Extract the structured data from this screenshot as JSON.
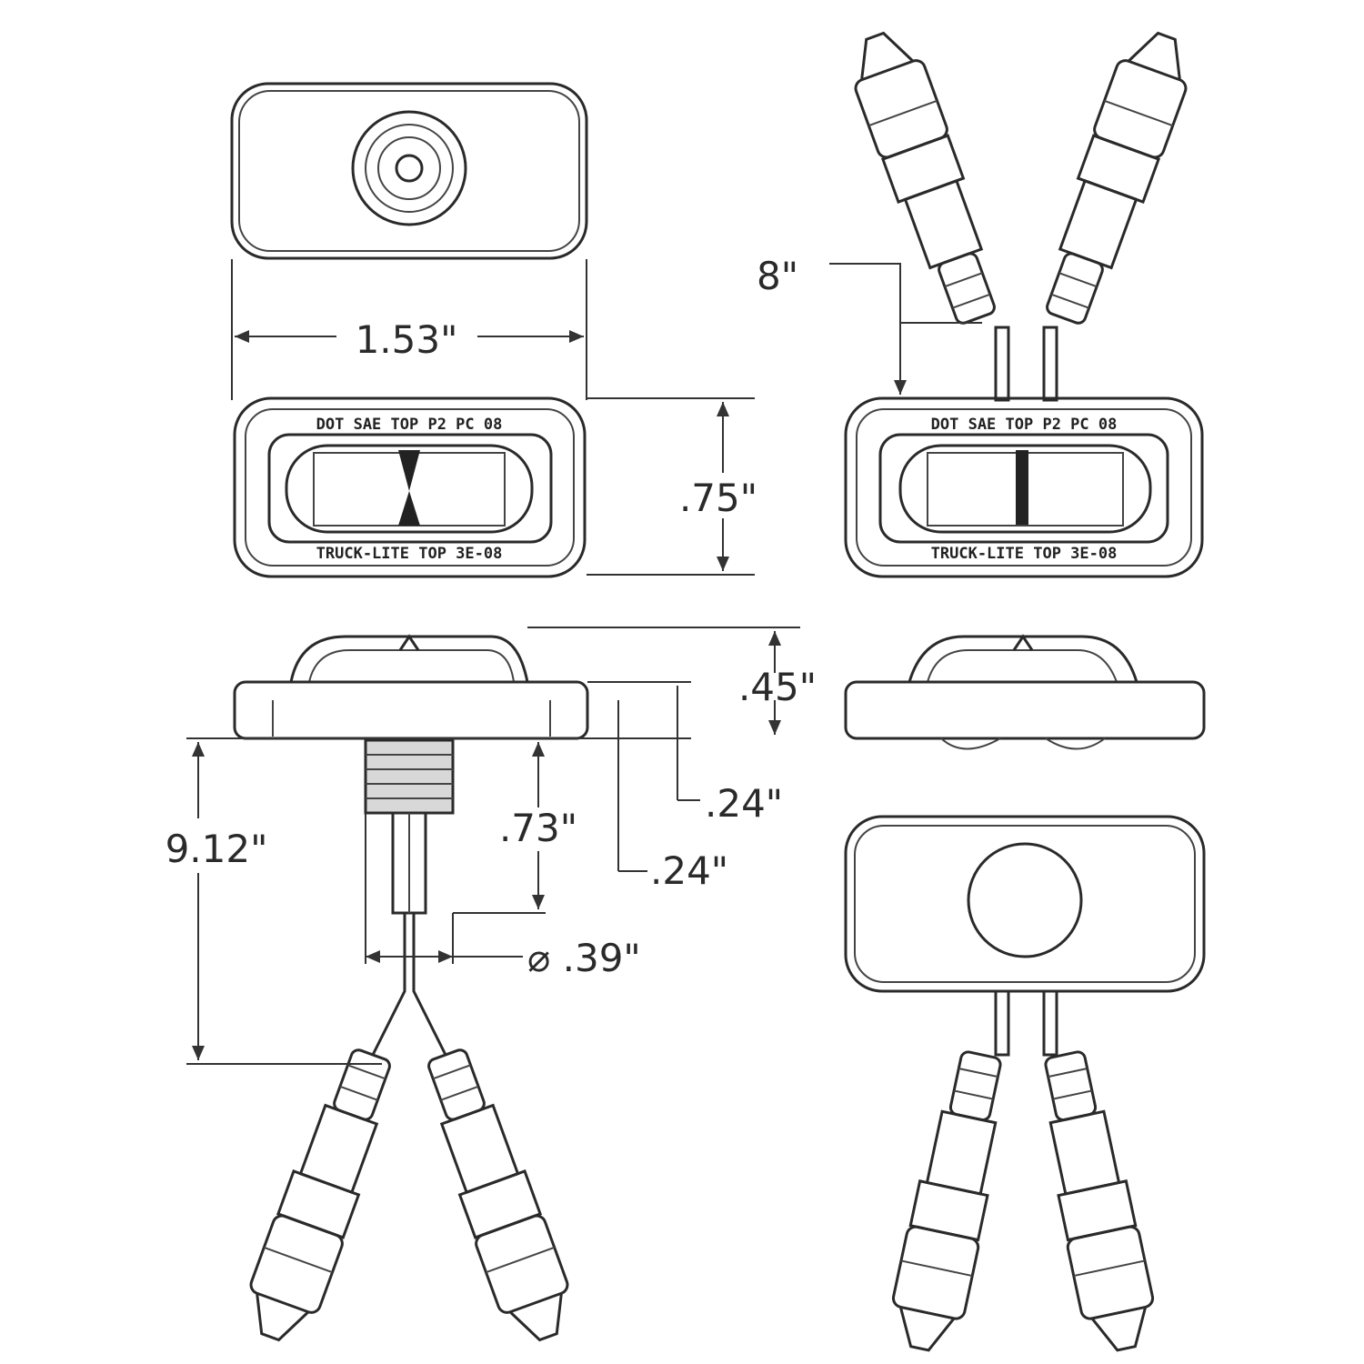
{
  "dimensions": {
    "width": "1.53\"",
    "height": ".75\"",
    "depth_total": ".45\"",
    "flange_a": ".24\"",
    "flange_b": ".24\"",
    "stem_length": ".73\"",
    "lead_length": "9.12\"",
    "stem_diameter": "⌀ .39\"",
    "pigtail_length": "8\""
  },
  "lens_markings": {
    "top": "DOT SAE TOP P2 PC 08",
    "bottom": "TRUCK-LITE TOP 3E-08"
  }
}
